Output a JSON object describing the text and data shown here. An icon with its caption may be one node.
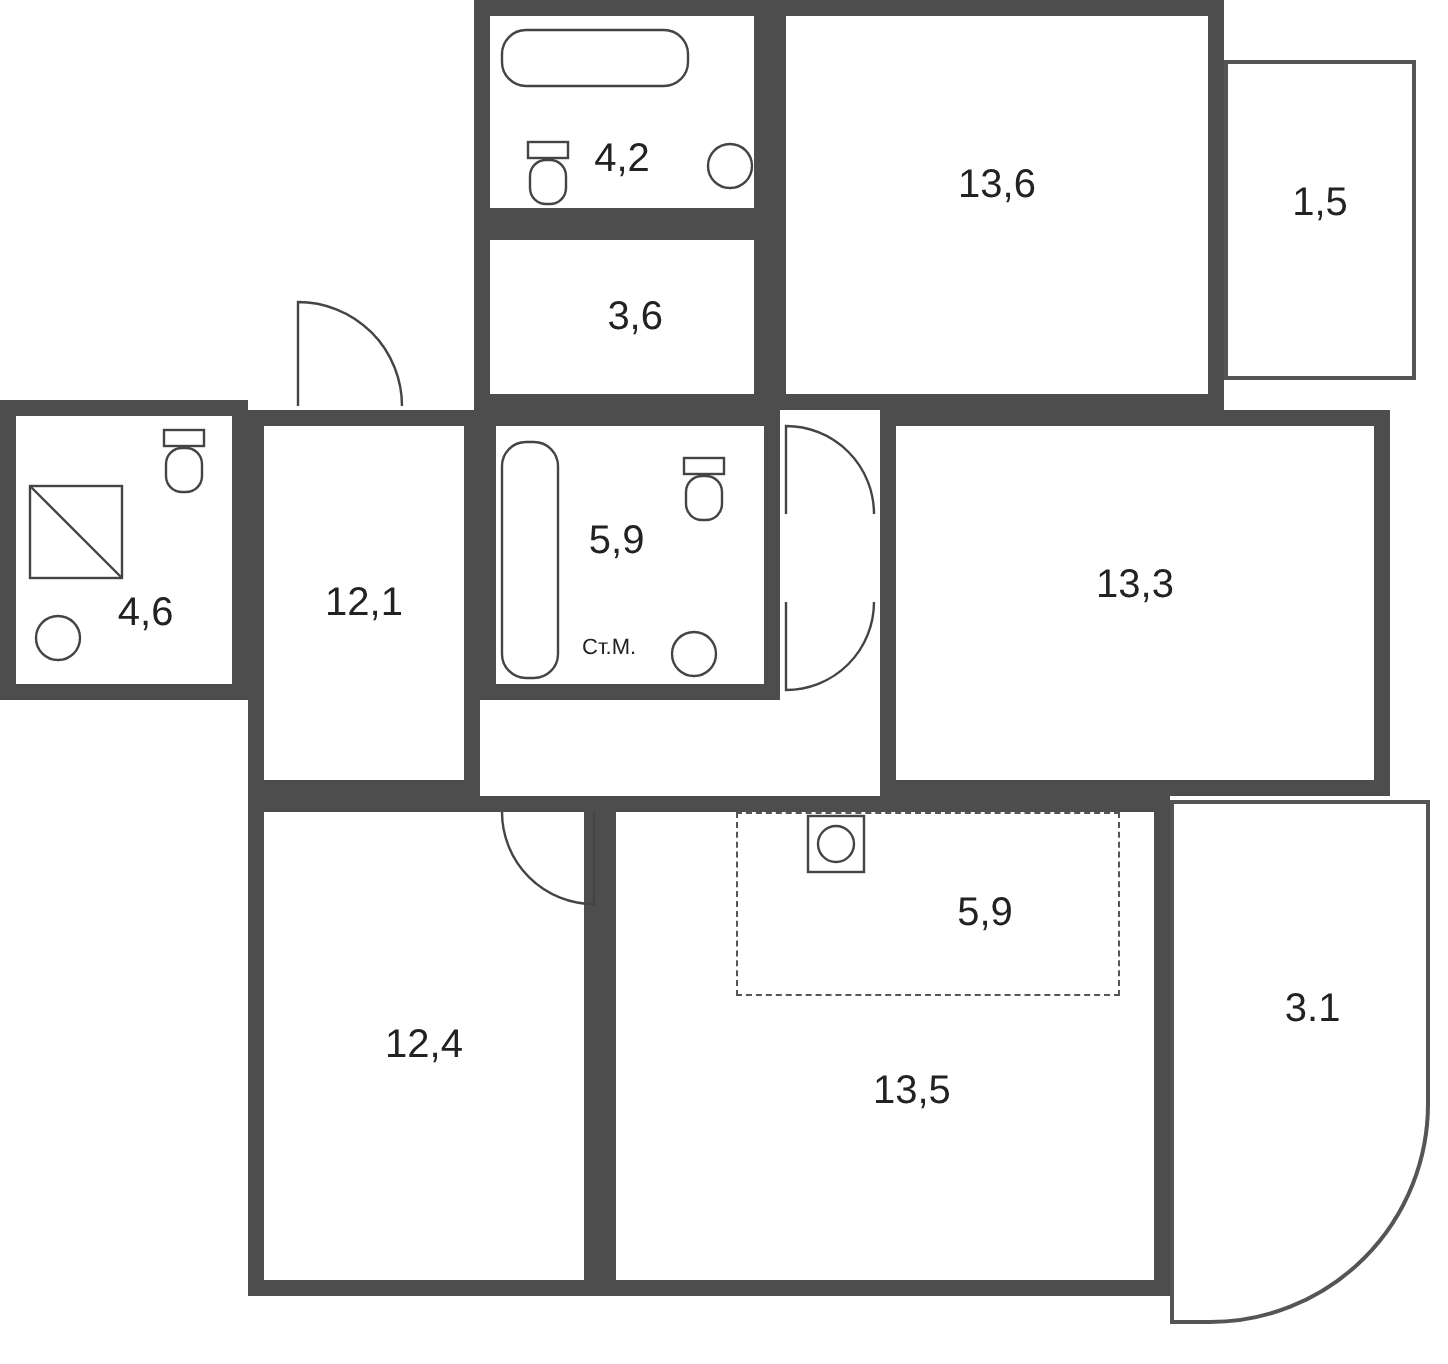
{
  "diagram": {
    "nodes": [
      {
        "text": [
          "4,2"
        ]
      },
      {
        "text": [
          "13,6"
        ]
      },
      {
        "text": [
          "1,5"
        ]
      },
      {
        "text": [
          "3,6"
        ]
      },
      {
        "text": [
          "12,1"
        ]
      },
      {
        "text": [
          "5,9"
        ]
      },
      {
        "text": [
          "13,3"
        ]
      },
      {
        "text": [
          "4,6"
        ]
      },
      {
        "text": [
          "13,5"
        ]
      },
      {
        "text": [
          "5,9"
        ],
        "in": 8
      },
      {
        "text": [
          "12,4"
        ]
      },
      {
        "text": [
          "3.1"
        ]
      }
    ],
    "labels": [
      "Ст.М."
    ]
  }
}
